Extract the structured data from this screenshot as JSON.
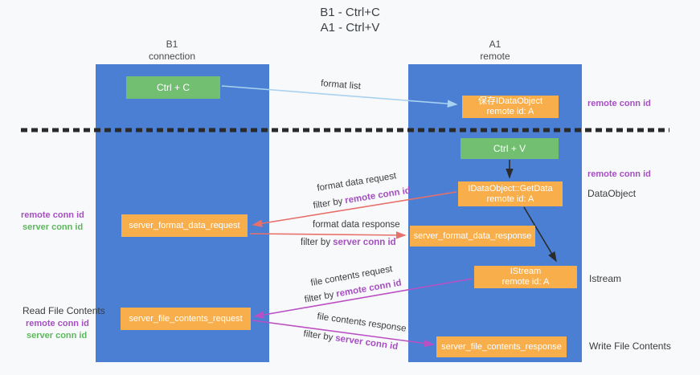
{
  "title": {
    "line1": "B1 - Ctrl+C",
    "line2": "A1 - Ctrl+V"
  },
  "lanes": {
    "b1": {
      "name": "B1",
      "role": "connection"
    },
    "a1": {
      "name": "A1",
      "role": "remote"
    }
  },
  "nodes": {
    "ctrl_c": {
      "label": "Ctrl + C"
    },
    "ctrl_v": {
      "label": "Ctrl + V"
    },
    "save_idataobject": {
      "line1": "保存IDataObject",
      "line2": "remote id: A"
    },
    "getdata": {
      "line1": "IDataObject::GetData",
      "line2": "remote id: A"
    },
    "istream": {
      "line1": "IStream",
      "line2": "remote id: A"
    },
    "server_format_data_request": {
      "label": "server_format_data_request"
    },
    "server_format_data_response": {
      "label": "server_format_data_response"
    },
    "server_file_contents_request": {
      "label": "server_file_contents_request"
    },
    "server_file_contents_response": {
      "label": "server_file_contents_response"
    }
  },
  "flow_labels": {
    "format_list": "format list",
    "format_data_request": "format data request",
    "format_data_response": "format data response",
    "file_contents_request": "file contents request",
    "file_contents_response": "file contents response",
    "filter_by": "filter by",
    "remote_conn_id": "remote conn id",
    "server_conn_id": "server conn id"
  },
  "annotations": {
    "right_top_remote_conn_id": "remote conn id",
    "right_mid_remote_conn_id": "remote conn id",
    "dataobject": "DataObject",
    "istream": "Istream",
    "write_file_contents": "Write File Contents",
    "read_file_contents": "Read File Contents",
    "left_format_remote": "remote conn id",
    "left_format_server": "server conn id",
    "left_file_remote": "remote conn id",
    "left_file_server": "server conn id"
  },
  "colors": {
    "lane_blue": "#4a7fd3",
    "node_green": "#72bf72",
    "node_orange": "#f8ae4a",
    "arrow_lightblue": "#a9d2ee",
    "arrow_red": "#e8706a",
    "arrow_magenta": "#bb4fc4",
    "label_purple": "#a64fc2",
    "label_green": "#5cb85c",
    "dashed_line": "#2a2a2a",
    "background": "#f8f9fb"
  }
}
